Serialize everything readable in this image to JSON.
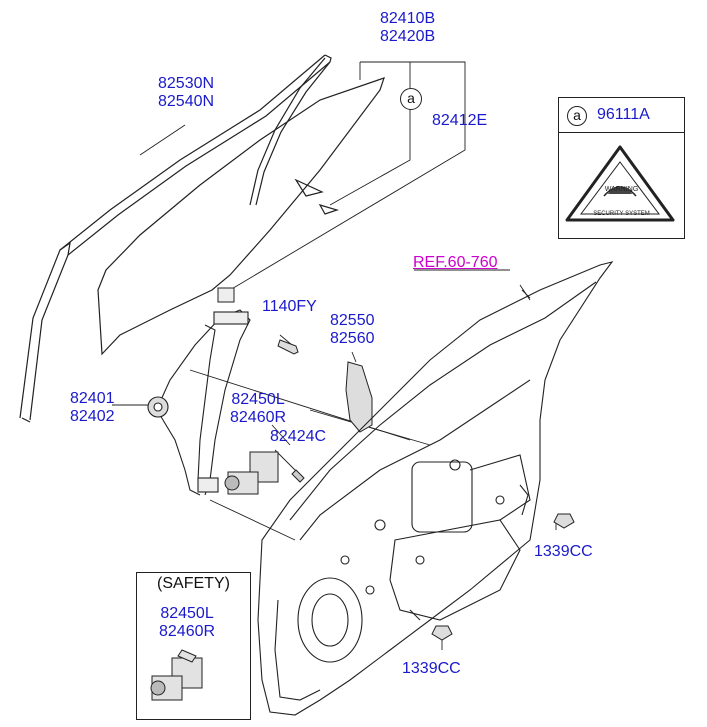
{
  "parts": {
    "glass_run": [
      "82530N",
      "82540N"
    ],
    "glass": [
      "82410B",
      "82420B"
    ],
    "glass_clip": "82412E",
    "bolt": "1140FY",
    "regulator": [
      "82401",
      "82402"
    ],
    "motor": [
      "82450L",
      "82460R"
    ],
    "screw": "82424C",
    "channel": [
      "82550",
      "82560"
    ],
    "grommet_upper": "1339CC",
    "grommet_lower": "1339CC",
    "reference": "REF.60-760"
  },
  "callout": "a",
  "legend": {
    "marker": "a",
    "code": "96111A",
    "label_warning": "WARNING",
    "label_system": "SECURITY SYSTEM"
  },
  "safety": {
    "title": "(SAFETY)",
    "motor": [
      "82450L",
      "82460R"
    ]
  },
  "colors": {
    "part_number": "#1a1acc",
    "reference": "#cc00cc",
    "line": "#222222"
  }
}
